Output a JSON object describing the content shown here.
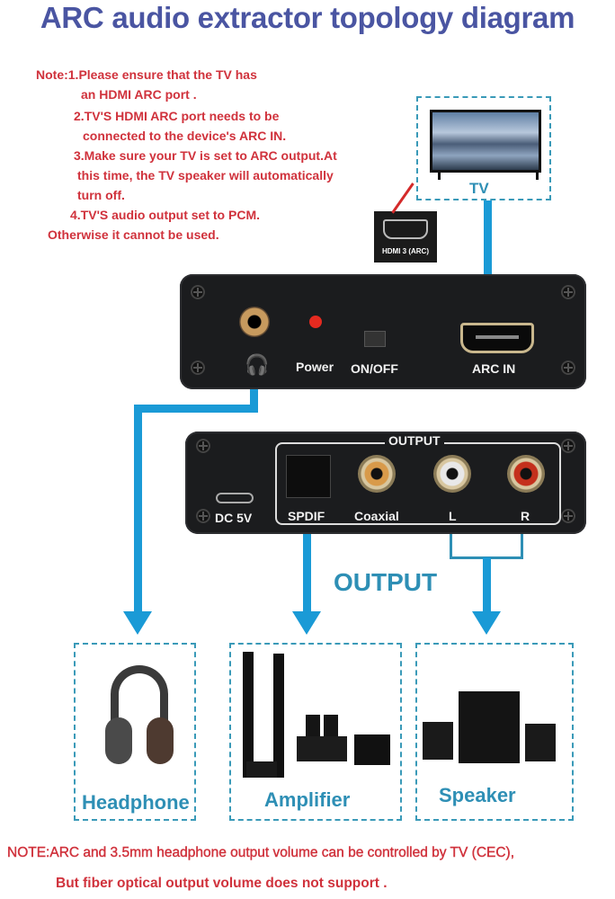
{
  "title": "ARC audio extractor topology diagram",
  "notes": {
    "line1": "Note:1.Please ensure that the TV has",
    "line2": "an HDMI ARC port .",
    "line3": "2.TV'S HDMI ARC port needs to be",
    "line4": "connected to the device's ARC IN.",
    "line5": "3.Make sure your TV is set to ARC output.At",
    "line6": "this time, the TV speaker will automatically",
    "line7": "turn off.",
    "line8": "4.TV'S audio output set to PCM.",
    "line9": "Otherwise it  cannot be used."
  },
  "tv": {
    "label": "TV",
    "hdmi_label": "HDMI 3 (ARC)"
  },
  "front_panel": {
    "power": "Power",
    "switch": "ON/OFF",
    "arc_in": "ARC IN"
  },
  "back_panel": {
    "output_header": "OUTPUT",
    "dc": "DC 5V",
    "spdif": "SPDIF",
    "coaxial": "Coaxial",
    "left": "L",
    "right": "R"
  },
  "output_label": "OUTPUT",
  "targets": {
    "headphone": "Headphone",
    "amplifier": "Amplifier",
    "speaker": "Speaker"
  },
  "footer": {
    "line1": "NOTE:ARC and 3.5mm headphone output volume can be controlled by TV (CEC),",
    "line2": "But fiber optical output volume does not support ."
  },
  "colors": {
    "title": "#4a55a2",
    "note": "#d0323c",
    "arrow": "#1a9ad6",
    "caption": "#2e8fb5"
  }
}
